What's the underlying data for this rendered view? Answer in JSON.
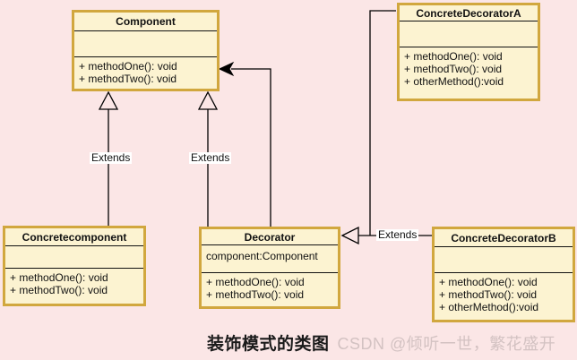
{
  "caption": {
    "title": "装饰模式的类图",
    "watermark": "CSDN @倾听一世，繁花盛开"
  },
  "relationships": {
    "extends_concretecomponent_to_component": "Extends",
    "extends_decorator_to_component": "Extends",
    "extends_decorators_to_decorator": "Extends"
  },
  "classes": {
    "component": {
      "name": "Component",
      "attributes": [],
      "methods": [
        "+ methodOne(): void",
        "+ methodTwo(): void"
      ]
    },
    "concrete_decorator_a": {
      "name": "ConcreteDecoratorA",
      "attributes": [],
      "methods": [
        "+ methodOne(): void",
        "+ methodTwo(): void",
        "+ otherMethod():void"
      ]
    },
    "concrete_component": {
      "name": "Concretecomponent",
      "attributes": [],
      "methods": [
        "+ methodOne(): void",
        "+ methodTwo(): void"
      ]
    },
    "decorator": {
      "name": "Decorator",
      "attributes": [
        "component:Component"
      ],
      "methods": [
        "+ methodOne(): void",
        "+ methodTwo(): void"
      ]
    },
    "concrete_decorator_b": {
      "name": "ConcreteDecoratorB",
      "attributes": [],
      "methods": [
        "+ methodOne(): void",
        "+ methodTwo(): void",
        "+ otherMethod():void"
      ]
    }
  },
  "colors": {
    "background": "#fbe6e6",
    "box_fill": "#fcf3d1",
    "box_border": "#d1a73e",
    "connector": "#000000",
    "watermark_text": "#d3c2c2",
    "edge_label_background": "#ffffff"
  }
}
